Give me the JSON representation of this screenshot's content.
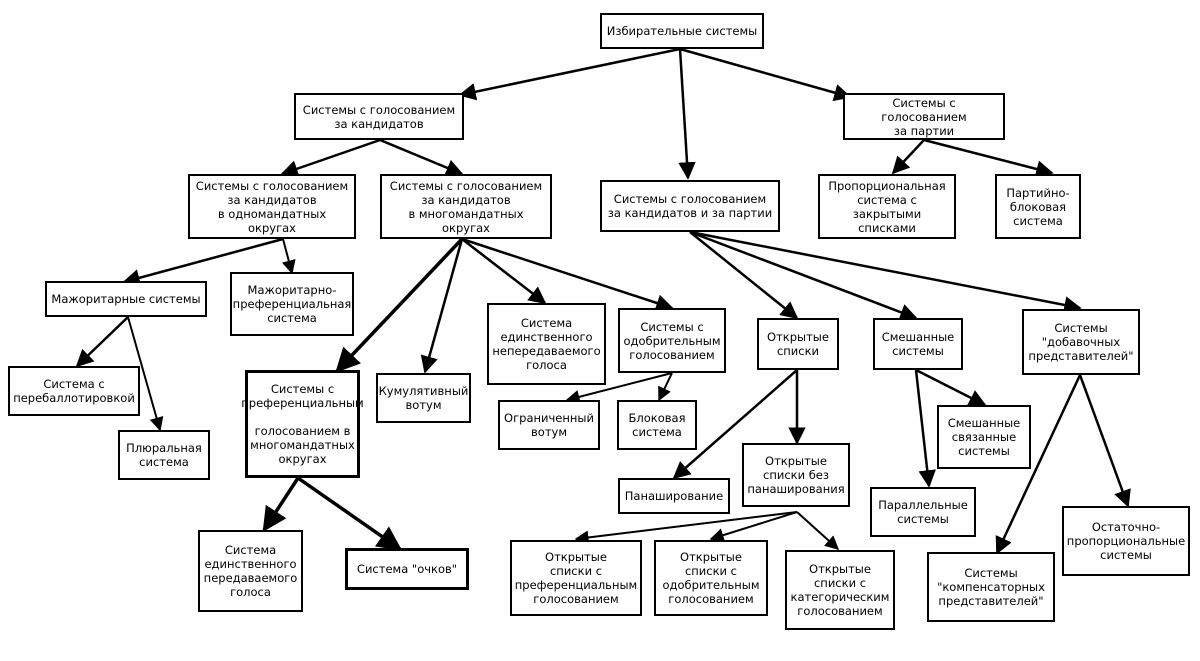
{
  "nodes": {
    "root": "Избирательные системы",
    "cand": "Системы с голосованием\nза кандидатов",
    "party": "Системы с голосованием\nза партии",
    "single": "Системы с голосованием\nза кандидатов\nв одномандатных округах",
    "multi": "Системы с голосованием\nза кандидатов\nв многомандатных округах",
    "candparty": "Системы с голосованием\nза кандидатов и за партии",
    "prop_closed": "Пропорциональная\nсистема с\nзакрытыми списками",
    "party_block": "Партийно-\nблоковая\nсистема",
    "major": "Мажоритарные системы",
    "major_pref": "Мажоритарно-\nпреференциальная\nсистема",
    "runoff": "Система с\nперебаллотировкой",
    "plural": "Плюральная\nсистема",
    "pref_multi": "Системы с\nпреференциальным\n\nголосованием в\nмногомандатных\nокругах",
    "cumul": "Кумулятивный\nвотум",
    "sntv": "Система\nединственного\nнепередаваемого\nголоса",
    "approval": "Системы с\nодобрительным\nголосованием",
    "limited": "Ограниченный\nвотум",
    "block": "Блоковая\nсистема",
    "stv": "Система\nединственного\nпередаваемого\nголоса",
    "points": "Система \"очков\"",
    "open": "Открытые\nсписки",
    "mixed": "Смешанные\nсистемы",
    "add_rep": "Системы\n\"добавочных\nпредставителей\"",
    "panache": "Панаширование",
    "open_nopan": "Открытые\nсписки без\nпанаширования",
    "mixed_linked": "Смешанные\nсвязанные\nсистемы",
    "parallel": "Параллельные\nсистемы",
    "residual": "Остаточно-\nпропорциональные\nсистемы",
    "open_pref": "Открытые\nсписки с\nпреференциальным\nголосованием",
    "open_appr": "Открытые\nсписки с\nодобрительным\nголосованием",
    "open_cat": "Открытые\nсписки с\nкатегорическим\nголосованием",
    "comp_rep": "Системы\n\"компенсаторных\nпредставителей\""
  }
}
